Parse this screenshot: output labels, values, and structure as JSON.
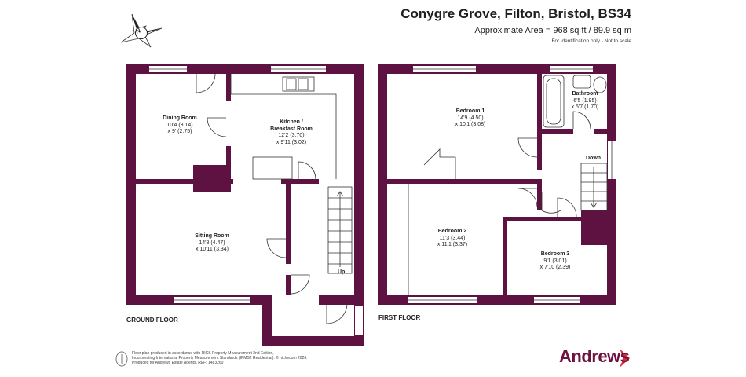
{
  "header": {
    "title": "Conygre Grove, Filton, Bristol, BS34",
    "area": "Approximate Area = 968 sq ft / 89.9 sq m",
    "note": "For identification only - Not to scale"
  },
  "compass": {
    "letter": "N"
  },
  "floors": {
    "ground": "GROUND FLOOR",
    "first": "FIRST FLOOR"
  },
  "rooms": {
    "dining": {
      "name": "Dining Room",
      "dim1": "10'4 (3.14)",
      "dim2": "x 9' (2.75)"
    },
    "kitchen": {
      "name1": "Kitchen /",
      "name2": "Breakfast Room",
      "dim1": "12'2 (3.70)",
      "dim2": "x 9'11 (3.02)"
    },
    "sitting": {
      "name": "Sitting Room",
      "dim1": "14'8 (4.47)",
      "dim2": "x 10'11 (3.34)"
    },
    "bed1": {
      "name": "Bedroom 1",
      "dim1": "14'9 (4.50)",
      "dim2": "x 10'1 (3.08)"
    },
    "bed2": {
      "name": "Bedroom 2",
      "dim1": "11'3 (3.44)",
      "dim2": "x 11'1 (3.37)"
    },
    "bed3": {
      "name": "Bedroom 3",
      "dim1": "9'1 (3.01)",
      "dim2": "x 7'10 (2.39)"
    },
    "bath": {
      "name": "Bathroom",
      "dim1": "6'5 (1.95)",
      "dim2": "x 5'7 (1.70)"
    }
  },
  "stairs": {
    "up": "Up",
    "down": "Down"
  },
  "footer": {
    "line1": "Floor plan produced in accordance with RICS Property Measurement 2nd Edition,",
    "line2": "Incorporating International Property Measurement Standards (IPMS2 Residential).  © nichecom 2026.",
    "line3": "Produced for Andrews Estate Agents.   REF: 1483260"
  },
  "brand": {
    "name": "Andrews",
    "color": "#6e1240"
  },
  "colors": {
    "wall": "#5e1241",
    "accent": "#d92b34"
  }
}
